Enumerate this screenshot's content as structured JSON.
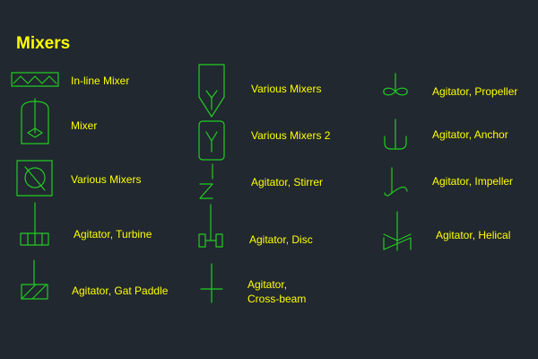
{
  "title": "Mixers",
  "colors": {
    "background": "#212830",
    "text": "#ffff00",
    "symbol_stroke": "#22cc22"
  },
  "symbols": [
    {
      "id": "inline-mixer",
      "label": "In-line Mixer"
    },
    {
      "id": "mixer",
      "label": "Mixer"
    },
    {
      "id": "various-mixers",
      "label": "Various Mixers"
    },
    {
      "id": "agitator-turbine",
      "label": "Agitator, Turbine"
    },
    {
      "id": "agitator-gat-paddle",
      "label": "Agitator, Gat Paddle"
    },
    {
      "id": "various-mixers-funnel",
      "label": "Various Mixers"
    },
    {
      "id": "various-mixers-2",
      "label": "Various Mixers 2"
    },
    {
      "id": "agitator-stirrer",
      "label": "Agitator, Stirrer"
    },
    {
      "id": "agitator-disc",
      "label": "Agitator, Disc"
    },
    {
      "id": "agitator-cross-beam",
      "label_line1": "Agitator,",
      "label_line2": "Cross-beam"
    },
    {
      "id": "agitator-propeller",
      "label": "Agitator, Propeller"
    },
    {
      "id": "agitator-anchor",
      "label": "Agitator, Anchor"
    },
    {
      "id": "agitator-impeller",
      "label": "Agitator, Impeller"
    },
    {
      "id": "agitator-helical",
      "label": "Agitator, Helical"
    }
  ]
}
